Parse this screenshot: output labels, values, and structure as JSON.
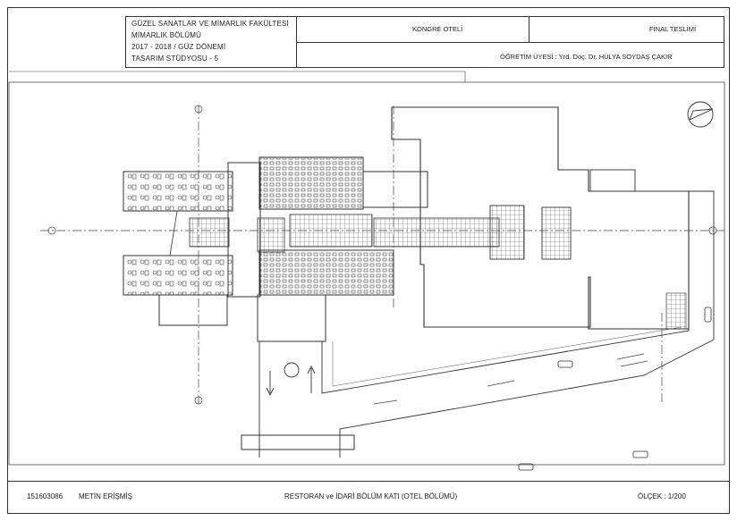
{
  "title_block": {
    "faculty": "GÜZEL SANATLAR VE MİMARLIK FAKÜLTESİ",
    "department": "MİMARLIK BÖLÜMÜ",
    "term": "2017 - 2018 / GÜZ DÖNEMİ",
    "studio": "TASARIM STÜDYOSU - 5",
    "project": "KONGRE OTELİ",
    "phase": "FİNAL TESLİMİ",
    "instructor": "ÖĞRETİM ÜYESİ : Yrd. Doç. Dr. HÜLYA SOYDAŞ ÇAKIR"
  },
  "footer": {
    "student_no": "151603086",
    "student_name": "METİN ERİŞMİŞ",
    "sheet_title": "RESTORAN ve İDARİ BÖLÜM KATI (OTEL BÖLÜMÜ)",
    "scale": "ÖLÇEK : 1/200"
  },
  "colors": {
    "line": "#333333",
    "hatch": "#555555"
  },
  "icons": {
    "north_arrow": "north-arrow-icon"
  }
}
